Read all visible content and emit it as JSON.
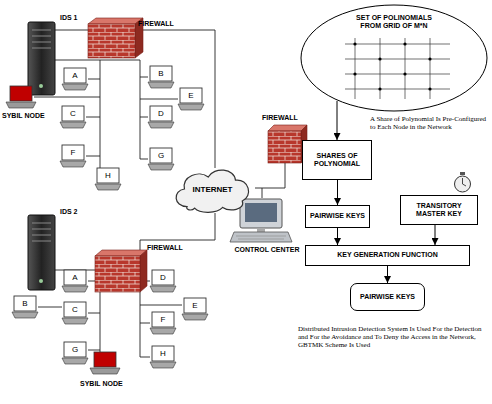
{
  "diagram": {
    "nodes": [
      {
        "text": [
          "A"
        ]
      },
      {
        "text": [
          "B"
        ]
      },
      {
        "text": [
          "C"
        ]
      },
      {
        "text": [
          "D"
        ]
      },
      {
        "text": [
          "E"
        ]
      },
      {
        "text": [
          "F"
        ]
      },
      {
        "text": [
          "G"
        ]
      },
      {
        "text": [
          "H"
        ]
      },
      {
        "text": [
          "INTERNET"
        ]
      },
      {
        "text": [
          "A"
        ]
      },
      {
        "text": [
          "B"
        ]
      },
      {
        "text": [
          "C"
        ]
      },
      {
        "text": [
          "D"
        ]
      },
      {
        "text": [
          "E"
        ]
      },
      {
        "text": [
          "F"
        ]
      },
      {
        "text": [
          "G"
        ]
      },
      {
        "text": [
          "H"
        ]
      },
      {
        "text": [
          "SET OF POLINOMIALS FROM GRID OF M*N"
        ]
      },
      {
        "text": [
          "SHARES OF POLYNOMIAL"
        ]
      },
      {
        "text": [
          "PAIRWISE KEYS"
        ]
      },
      {
        "text": [
          "TRANSITORY MASTER KEY"
        ]
      },
      {
        "text": [
          "KEY GENERATION FUNCTION"
        ]
      },
      {
        "text": [
          "PAIRWISE KEYS"
        ]
      }
    ],
    "edges": [
      {
        "from": 17,
        "to": 18,
        "arrow": "to"
      },
      {
        "from": 18,
        "to": 19,
        "arrow": "to"
      },
      {
        "from": 19,
        "to": 21,
        "arrow": "to"
      },
      {
        "from": 20,
        "to": 21,
        "arrow": "to"
      },
      {
        "from": 21,
        "to": 22,
        "arrow": "to"
      }
    ],
    "labels": [
      "IDS 1",
      "FIREWALL",
      "SYBIL NODE",
      "FIREWALL",
      "CONTROL CENTER",
      "IDS 2",
      "FIREWALL",
      "SYBIL NODE",
      "A Share of Polynomial Is Pre-Configured to Each Node in the Network",
      "Distributed Intrusion Detection System Is Used For the Detection and For the Avoidance and To Deny the Access in the Network, GBTMK Scheme Is Used"
    ]
  }
}
